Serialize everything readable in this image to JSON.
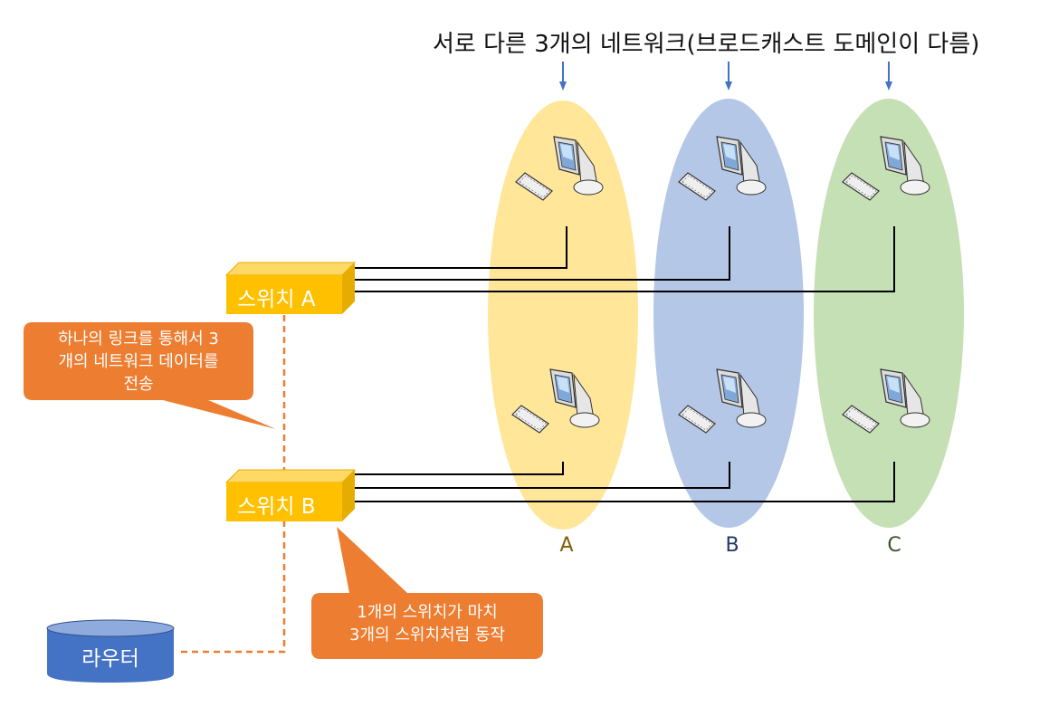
{
  "title": "서로 다른 3개의 네트워크(브로드캐스트 도메인이 다름)",
  "networks": [
    {
      "label": "A",
      "fill": "#FFE699",
      "label_color": "#7F6000"
    },
    {
      "label": "B",
      "fill": "#B4C7E7",
      "label_color": "#1F3864"
    },
    {
      "label": "C",
      "fill": "#C5E0B4",
      "label_color": "#385723"
    }
  ],
  "switches": [
    {
      "label": "스위치 A"
    },
    {
      "label": "스위치 B"
    }
  ],
  "callouts": {
    "trunk": "하나의 링크를 통해서 3\n개의 네트워크 데이터를\n전송",
    "virtual": "1개의 스위치가 마치\n3개의 스위치처럼 동작"
  },
  "router": {
    "label": "라우터"
  },
  "colors": {
    "switch_front": "#FFC000",
    "switch_top": "#FFD966",
    "callout": "#ED7D31",
    "router": "#4472C4",
    "arrow": "#4472C4",
    "link": "#000000",
    "dashed": "#ED7D31"
  },
  "icons": [
    "computer-icon",
    "arrow-down-icon",
    "router-icon",
    "switch-icon"
  ]
}
